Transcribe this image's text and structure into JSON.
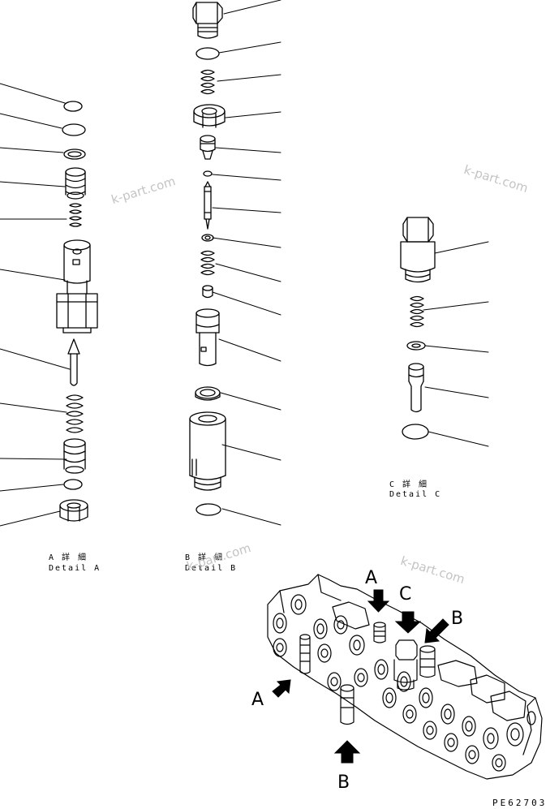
{
  "detail_a": {
    "title_jp": "A 詳 細",
    "title_en": "Detail A"
  },
  "detail_b": {
    "title_jp": "B 詳 細",
    "title_en": "Detail B"
  },
  "detail_c": {
    "title_jp": "C 詳 細",
    "title_en": "Detail C"
  },
  "view_letters": {
    "a_top": "A",
    "c_top": "C",
    "b_right": "B",
    "a_left": "A",
    "b_bottom": "B"
  },
  "watermark": "k-part.com",
  "figure_ref": "PE62703"
}
